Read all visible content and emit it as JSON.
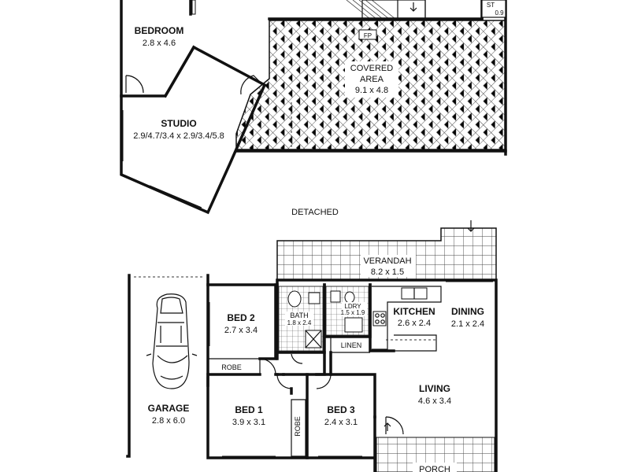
{
  "upper": {
    "bedroom": {
      "name": "BEDROOM",
      "dims": "2.8 x 4.6"
    },
    "studio": {
      "name": "STUDIO",
      "dims": "2.9/4.7/3.4 x 2.9/3.4/5.8"
    },
    "covered": {
      "name_line1": "COVERED",
      "name_line2": "AREA",
      "dims": "9.1 x 4.8",
      "fp": "FP"
    },
    "store": {
      "name": "ST",
      "dims": "0.9"
    }
  },
  "detached_label": "DETACHED",
  "lower": {
    "verandah": {
      "name": "VERANDAH",
      "dims": "8.2 x 1.5"
    },
    "bed2": {
      "name": "BED 2",
      "dims": "2.7 x 3.4"
    },
    "robe1": "ROBE",
    "bath": {
      "name": "BATH",
      "dims": "1.8 x 2.4"
    },
    "ldry": {
      "name": "LDRY",
      "dims": "1.5 x 1.9"
    },
    "linen": "LINEN",
    "kitchen": {
      "name": "KITCHEN",
      "dims": "2.6 x 2.4"
    },
    "dining": {
      "name": "DINING",
      "dims": "2.1 x 2.4"
    },
    "living": {
      "name": "LIVING",
      "dims": "4.6 x 3.4"
    },
    "garage": {
      "name": "GARAGE",
      "dims": "2.8 x 6.0"
    },
    "bed1": {
      "name": "BED 1",
      "dims": "3.9 x 3.1"
    },
    "robe2": "ROBE",
    "bed3": {
      "name": "BED 3",
      "dims": "2.4 x 3.1"
    },
    "porch": "PORCH"
  }
}
